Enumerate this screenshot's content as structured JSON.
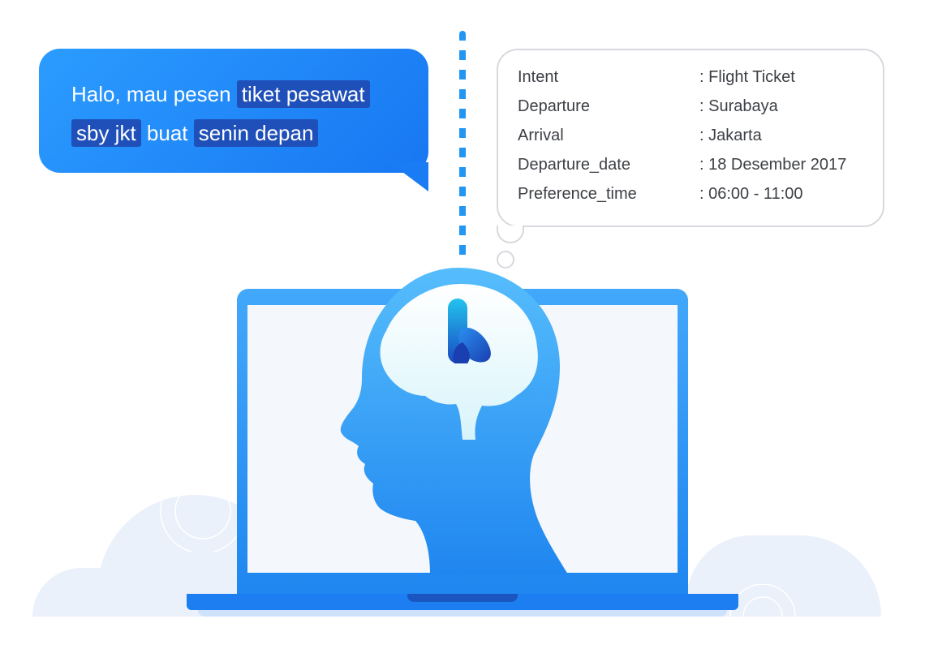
{
  "speech": {
    "segments": [
      {
        "text": "Halo, mau pesen ",
        "highlight": false
      },
      {
        "text": "tiket pesawat",
        "highlight": true
      },
      {
        "text": " ",
        "highlight": false
      },
      {
        "text": "sby jkt",
        "highlight": true
      },
      {
        "text": " buat ",
        "highlight": false
      },
      {
        "text": "senin depan",
        "highlight": true
      }
    ]
  },
  "extraction": {
    "rows": [
      {
        "key": "Intent",
        "value": ": Flight Ticket"
      },
      {
        "key": "Departure",
        "value": ": Surabaya"
      },
      {
        "key": "Arrival",
        "value": ": Jakarta"
      },
      {
        "key": "Departure_date",
        "value": ": 18 Desember 2017"
      },
      {
        "key": "Preference_time",
        "value": ": 06:00 - 11:00"
      }
    ]
  },
  "colors": {
    "accent": "#1877f2",
    "highlight": "#1f4fb8",
    "text_dark": "#3c3f45"
  },
  "icons": {
    "brain": "brain-icon",
    "logo": "k-logo-icon"
  }
}
